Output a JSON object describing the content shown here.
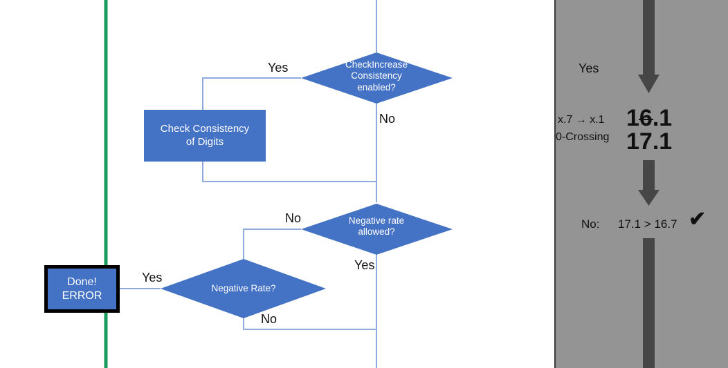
{
  "diagram": {
    "type": "flowchart",
    "colors": {
      "node_fill": "#4472C4",
      "node_text": "#FFFFFF",
      "connector": "#8FAADC",
      "divider_green": "#1A9C5E",
      "panel_bg": "#949494",
      "panel_arrow": "#464646",
      "terminal_border": "#000000"
    },
    "nodes": {
      "check_increase_decision": "CheckIncrease\nConsistency\nenabled?",
      "check_consistency_process": "Check Consistency\nof Digits",
      "negative_rate_allowed_decision": "Negative rate\nallowed?",
      "negative_rate_decision": "Negative Rate?",
      "done_error_terminal": "Done!\nERROR"
    },
    "edge_labels": {
      "check_increase_yes": "Yes",
      "check_increase_no": "No",
      "negative_rate_allowed_no": "No",
      "negative_rate_allowed_yes": "Yes",
      "negative_rate_yes": "Yes",
      "negative_rate_no": "No"
    }
  },
  "side_panel": {
    "branch_label": "Yes",
    "row1_label": "x.7 → x.1",
    "row2_label": "0-Crossing",
    "value1_prefix": "1",
    "value1_struck": "6",
    "value1_suffix": ".1",
    "value2": "17.1",
    "result_label": "No:",
    "comparison": "17.1 > 16.7",
    "check_mark": "✔"
  }
}
